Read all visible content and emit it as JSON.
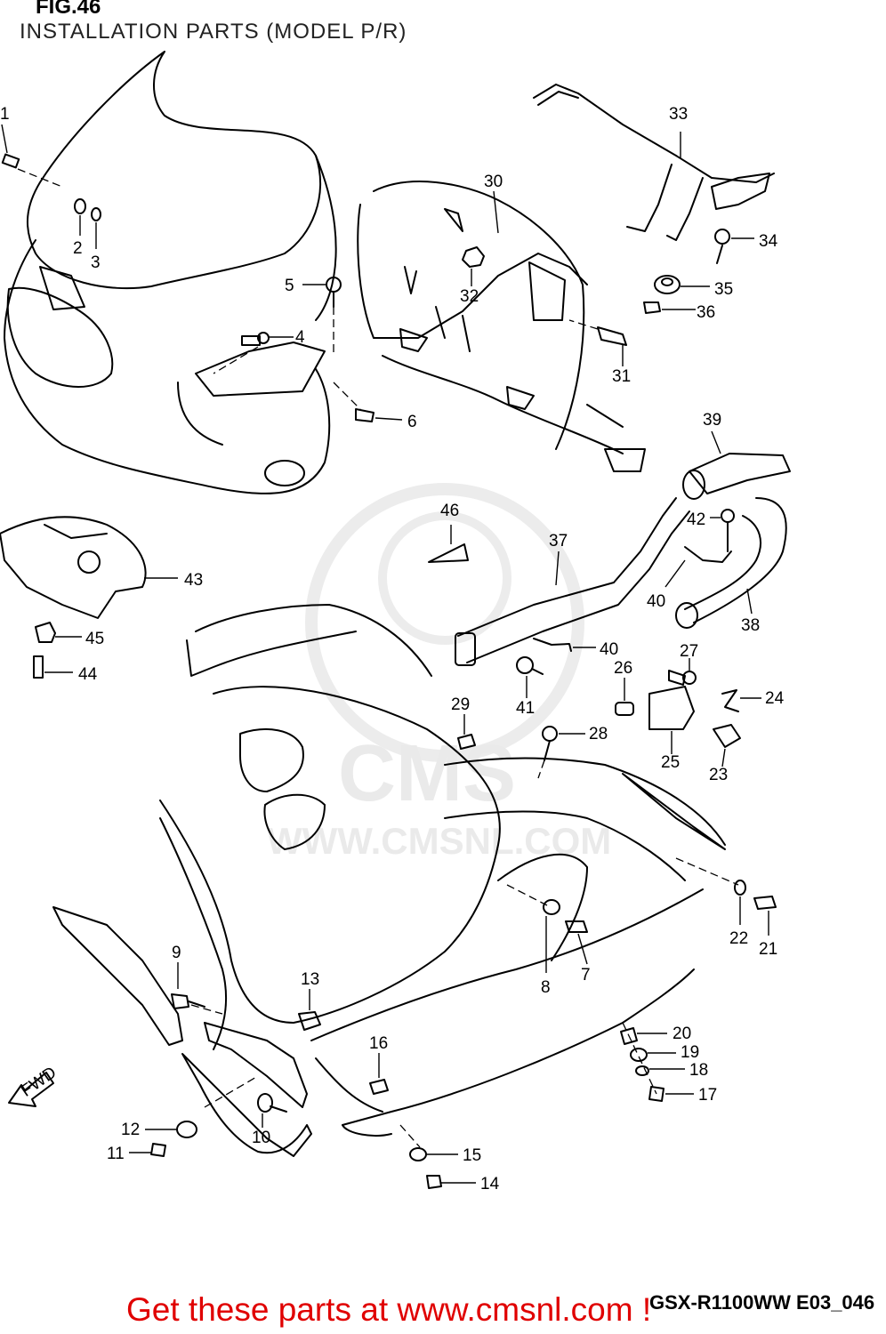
{
  "figure": {
    "title": "FIG.46",
    "subtitle": "INSTALLATION PARTS (MODEL P/R)",
    "code": "GSX-R1100WW  E03_046",
    "cta": "Get these parts at www.cmsnl.com !"
  },
  "watermark": {
    "text": "WWW.CMSNL.COM",
    "brand": "CMS"
  },
  "arrow": {
    "label": "FWD"
  },
  "callouts": [
    {
      "id": "1",
      "text": "1"
    },
    {
      "id": "2",
      "text": "2"
    },
    {
      "id": "3",
      "text": "3"
    },
    {
      "id": "4",
      "text": "4"
    },
    {
      "id": "5",
      "text": "5"
    },
    {
      "id": "6",
      "text": "6"
    },
    {
      "id": "7",
      "text": "7"
    },
    {
      "id": "8",
      "text": "8"
    },
    {
      "id": "9",
      "text": "9"
    },
    {
      "id": "10",
      "text": "10"
    },
    {
      "id": "11",
      "text": "11"
    },
    {
      "id": "12",
      "text": "12"
    },
    {
      "id": "13",
      "text": "13"
    },
    {
      "id": "14",
      "text": "14"
    },
    {
      "id": "15",
      "text": "15"
    },
    {
      "id": "16",
      "text": "16"
    },
    {
      "id": "17",
      "text": "17"
    },
    {
      "id": "18",
      "text": "18"
    },
    {
      "id": "19",
      "text": "19"
    },
    {
      "id": "20",
      "text": "20"
    },
    {
      "id": "21",
      "text": "21"
    },
    {
      "id": "22",
      "text": "22"
    },
    {
      "id": "23",
      "text": "23"
    },
    {
      "id": "24",
      "text": "24"
    },
    {
      "id": "25",
      "text": "25"
    },
    {
      "id": "26",
      "text": "26"
    },
    {
      "id": "27",
      "text": "27"
    },
    {
      "id": "28",
      "text": "28"
    },
    {
      "id": "29",
      "text": "29"
    },
    {
      "id": "30",
      "text": "30"
    },
    {
      "id": "31",
      "text": "31"
    },
    {
      "id": "32",
      "text": "32"
    },
    {
      "id": "33",
      "text": "33"
    },
    {
      "id": "34",
      "text": "34"
    },
    {
      "id": "35",
      "text": "35"
    },
    {
      "id": "36",
      "text": "36"
    },
    {
      "id": "37",
      "text": "37"
    },
    {
      "id": "38",
      "text": "38"
    },
    {
      "id": "39",
      "text": "39"
    },
    {
      "id": "40a",
      "text": "40"
    },
    {
      "id": "40b",
      "text": "40"
    },
    {
      "id": "41",
      "text": "41"
    },
    {
      "id": "42",
      "text": "42"
    },
    {
      "id": "43",
      "text": "43"
    },
    {
      "id": "44",
      "text": "44"
    },
    {
      "id": "45",
      "text": "45"
    },
    {
      "id": "46",
      "text": "46"
    }
  ]
}
